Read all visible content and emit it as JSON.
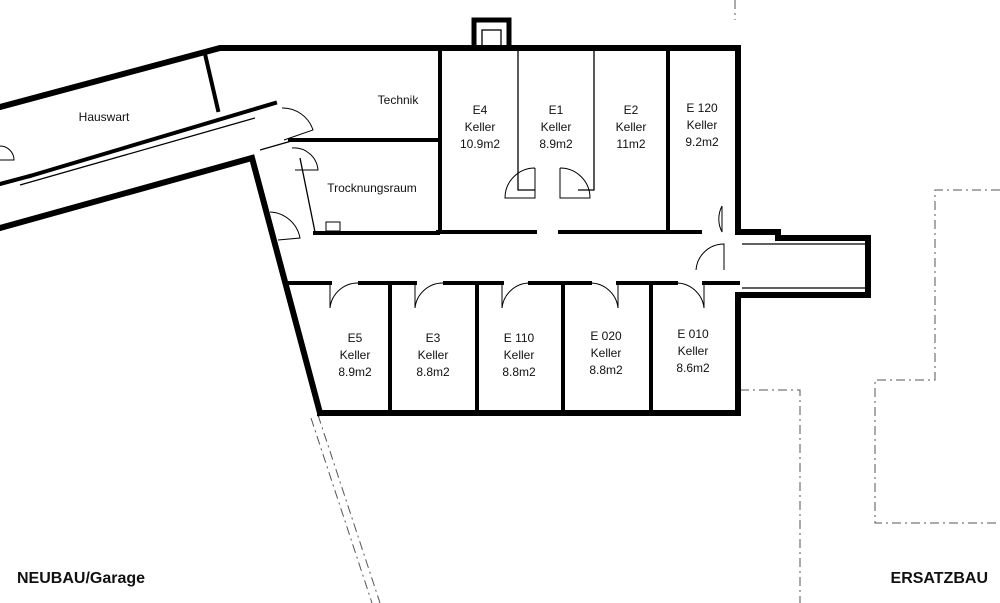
{
  "rooms": {
    "hauswart": "Hauswart",
    "technik": "Technik",
    "trocknungsraum": "Trocknungsraum",
    "e4": [
      "E4",
      "Keller",
      "10.9m2"
    ],
    "e1": [
      "E1",
      "Keller",
      "8.9m2"
    ],
    "e2": [
      "E2",
      "Keller",
      "11m2"
    ],
    "e120": [
      "E 120",
      "Keller",
      "9.2m2"
    ],
    "e5": [
      "E5",
      "Keller",
      "8.9m2"
    ],
    "e3": [
      "E3",
      "Keller",
      "8.8m2"
    ],
    "e110": [
      "E 110",
      "Keller",
      "8.8m2"
    ],
    "e020": [
      "E 020",
      "Keller",
      "8.8m2"
    ],
    "e010": [
      "E 010",
      "Keller",
      "8.6m2"
    ]
  },
  "buildings": {
    "left": "NEUBAU/Garage",
    "right": "ERSATZBAU"
  }
}
